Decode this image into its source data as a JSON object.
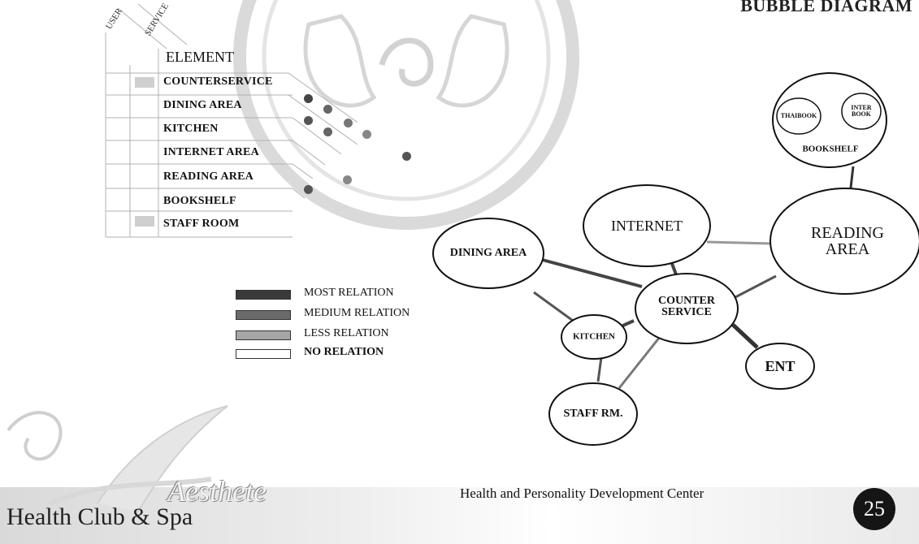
{
  "title": "BUBBLE DIAGRAM",
  "matrix": {
    "corner_labels": [
      "USER",
      "SERVICE"
    ],
    "header": "ELEMENT",
    "rows": [
      "COUNTERSERVICE",
      "DINING AREA",
      "KITCHEN",
      "INTERNET AREA",
      "READING AREA",
      "BOOKSHELF",
      "STAFF ROOM"
    ]
  },
  "legend": [
    {
      "label": "MOST RELATION",
      "color": "#3a3a3a"
    },
    {
      "label": "MEDIUM RELATION",
      "color": "#6a6a6a"
    },
    {
      "label": "LESS RELATION",
      "color": "#a6a6a6"
    },
    {
      "label": "NO RELATION",
      "color": "#ffffff"
    }
  ],
  "bubbles": {
    "thaibook": "THAIBOOK",
    "interbook": "INTER BOOK",
    "bookshelf": "BOOKSHELF",
    "internet": "INTERNET",
    "reading": "READING AREA",
    "dining": "DINING AREA",
    "counter": "COUNTER SERVICE",
    "kitchen": "KITCHEN",
    "ent": "ENT",
    "staff": "STAFF RM."
  },
  "footer": {
    "brand": "Health Club & Spa",
    "script": "Aesthete",
    "center_title": "Health and Personality Development Center",
    "page_number": "25"
  }
}
